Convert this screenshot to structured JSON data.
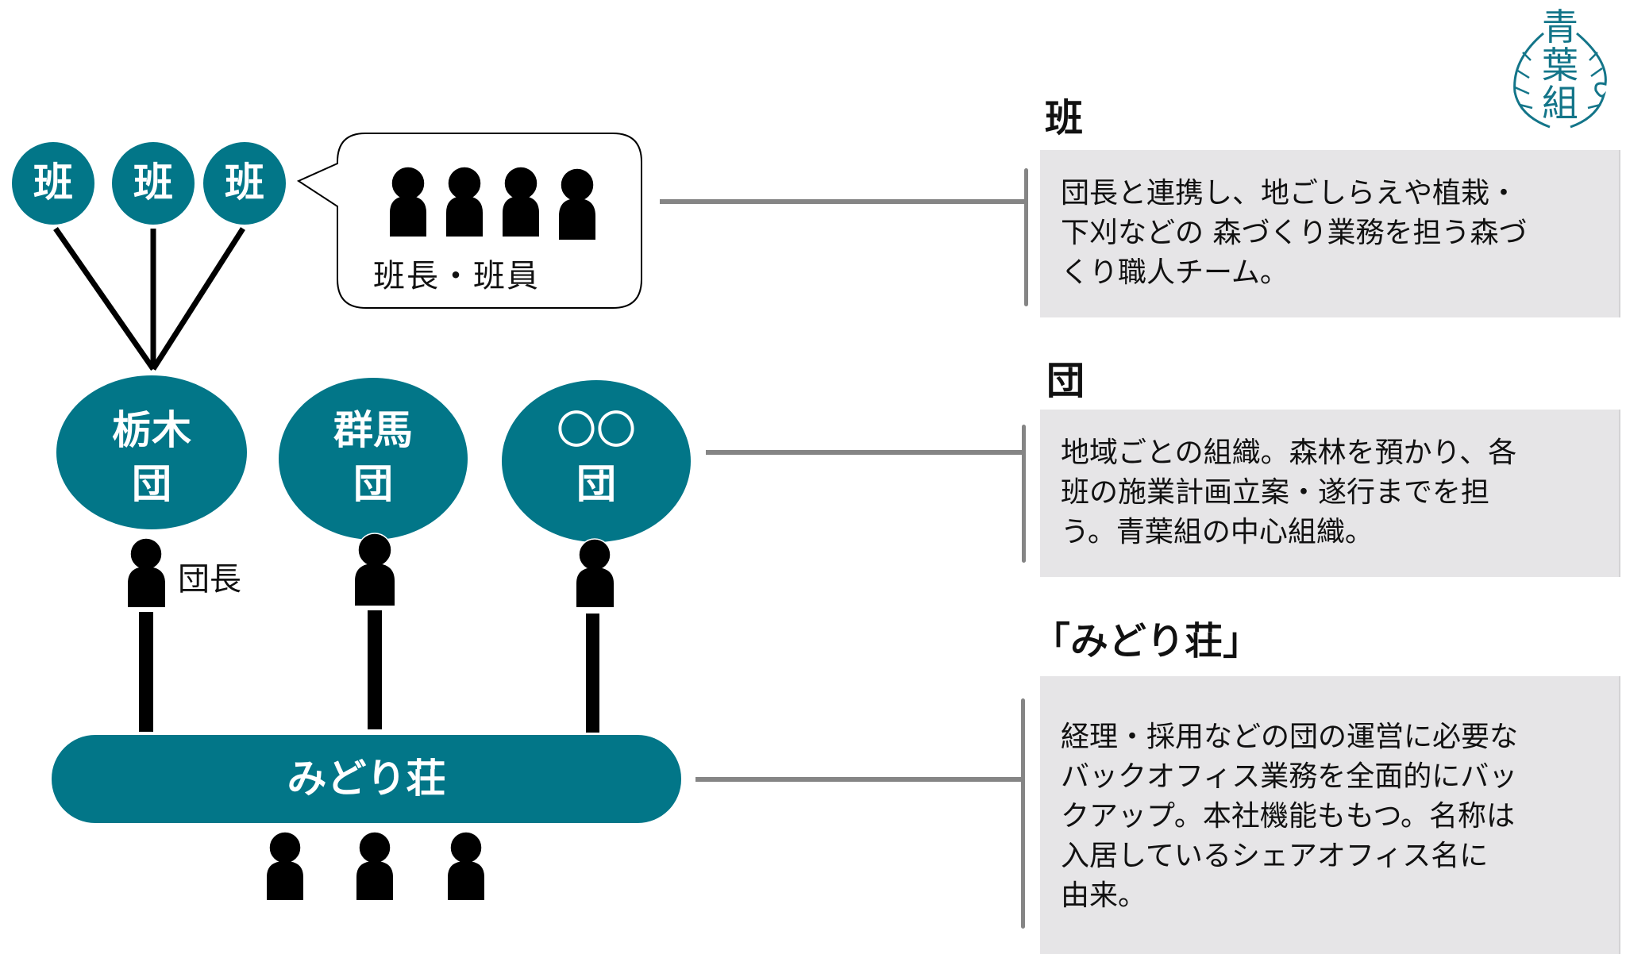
{
  "colors": {
    "teal": "#027688",
    "person": "#000000",
    "connector": "#858585",
    "box_bg": "#e6e5e7"
  },
  "logo": {
    "icon": "leaf-logo-icon",
    "text_chars": [
      "青",
      "葉",
      "組"
    ]
  },
  "org_chart": {
    "han_nodes": [
      {
        "label": "班"
      },
      {
        "label": "班"
      },
      {
        "label": "班"
      }
    ],
    "speech_bubble": {
      "member_count": 4,
      "label": "班長・班員"
    },
    "dan_nodes": [
      {
        "line1": "栃木",
        "line2": "団"
      },
      {
        "line1": "群馬",
        "line2": "団"
      },
      {
        "line1": "〇〇",
        "line2": "団"
      }
    ],
    "leader_label": "団長",
    "midori": {
      "label": "みどり荘",
      "staff_count": 3
    }
  },
  "sections": [
    {
      "heading": "班",
      "lines": [
        "団長と連携し、地ごしらえや植栽・",
        "下刈などの 森づくり業務を担う森づ",
        "くり職人チーム。"
      ]
    },
    {
      "heading": "団",
      "lines": [
        "地域ごとの組織。森林を預かり、各",
        "班の施業計画立案・遂行までを担",
        "う。青葉組の中心組織。"
      ]
    },
    {
      "heading": "「みどり荘」",
      "lines": [
        "経理・採用などの団の運営に必要な",
        "バックオフィス業務を全面的にバッ",
        "クアップ。本社機能ももつ。名称は",
        "入居しているシェアオフィス名に",
        "由来。"
      ]
    }
  ]
}
